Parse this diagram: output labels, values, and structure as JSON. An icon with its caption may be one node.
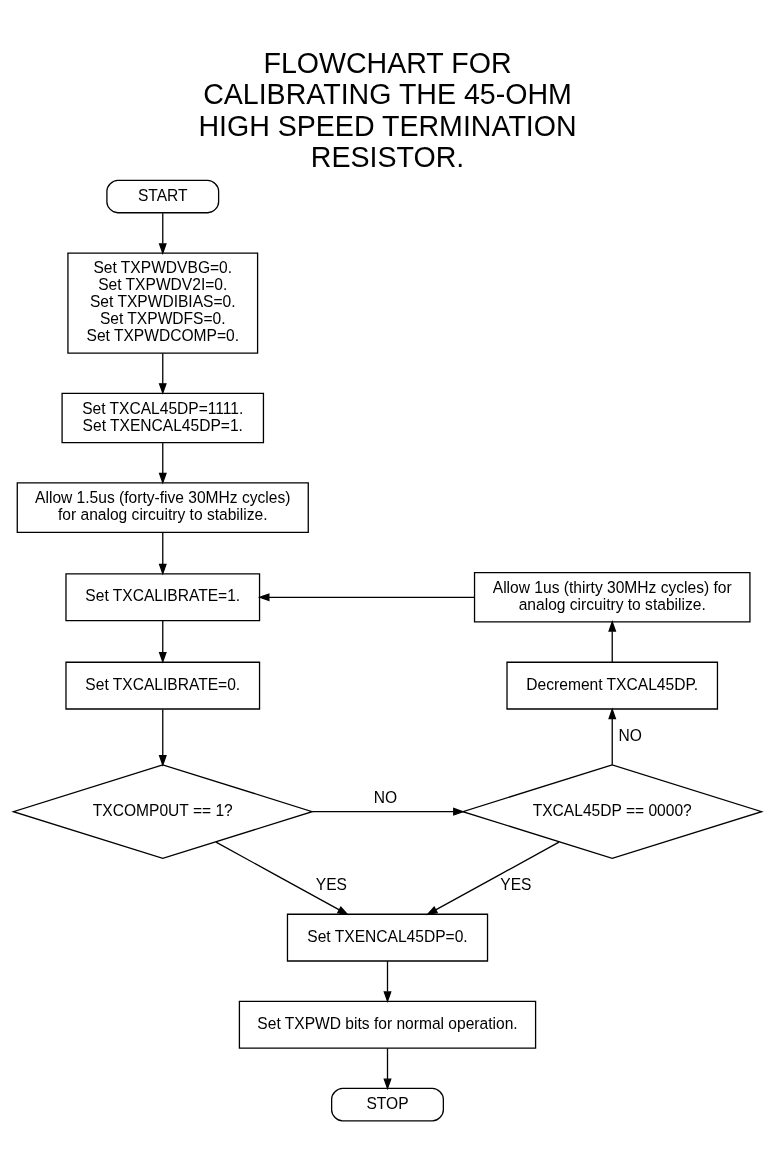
{
  "diagram": {
    "title": "FLOWCHART FOR CALIBRATING THE 45-OHM HIGH SPEED TERMINATION RESISTOR.",
    "nodes": [
      {
        "text": [
          "START"
        ]
      },
      {
        "text": [
          "Set TXPWDVBG=0.",
          "Set TXPWDV2I=0.",
          "Set TXPWDIBIAS=0.",
          "Set TXPWDFS=0.",
          "Set TXPWDCOMP=0."
        ]
      },
      {
        "text": [
          "Set TXCAL45DP=1111.",
          "Set TXENCAL45DP=1."
        ]
      },
      {
        "text": [
          "Allow 1.5us (forty-five 30MHz cycles) for analog circuitry to stabilize."
        ]
      },
      {
        "text": [
          "Set TXCALIBRATE=1."
        ]
      },
      {
        "text": [
          "Set TXCALIBRATE=0."
        ]
      },
      {
        "text": [
          "TXCOMP0UT == 1?"
        ]
      },
      {
        "text": [
          "TXCAL45DP == 0000?"
        ]
      },
      {
        "text": [
          "Decrement TXCAL45DP."
        ]
      },
      {
        "text": [
          "Allow 1us (thirty 30MHz cycles) for analog circuitry to stabilize."
        ]
      },
      {
        "text": [
          "Set TXENCAL45DP=0."
        ]
      },
      {
        "text": [
          "Set TXPWD bits for normal operation."
        ]
      },
      {
        "text": [
          "STOP"
        ]
      }
    ],
    "edges": [
      {
        "from": 0,
        "to": 1,
        "arrow": "to"
      },
      {
        "from": 1,
        "to": 2,
        "arrow": "to"
      },
      {
        "from": 2,
        "to": 3,
        "arrow": "to"
      },
      {
        "from": 3,
        "to": 4,
        "arrow": "to"
      },
      {
        "from": 4,
        "to": 5,
        "arrow": "to"
      },
      {
        "from": 5,
        "to": 6,
        "arrow": "to"
      },
      {
        "from": 6,
        "to": 7,
        "arrow": "to",
        "label": "NO"
      },
      {
        "from": 7,
        "to": 8,
        "arrow": "to",
        "label": "NO"
      },
      {
        "from": 8,
        "to": 9,
        "arrow": "to"
      },
      {
        "from": 9,
        "to": 4,
        "arrow": "to"
      },
      {
        "from": 6,
        "to": 10,
        "arrow": "to",
        "label": "YES"
      },
      {
        "from": 7,
        "to": 10,
        "arrow": "to",
        "label": "YES"
      },
      {
        "from": 10,
        "to": 11,
        "arrow": "to"
      },
      {
        "from": 11,
        "to": 12,
        "arrow": "to"
      }
    ]
  }
}
